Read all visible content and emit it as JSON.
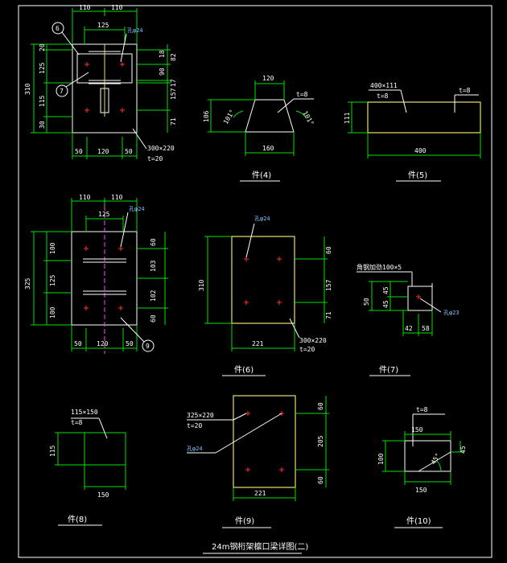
{
  "title": "24m钢桁架檩口梁详图(二)",
  "labels": {
    "p4": "件(4)",
    "p5": "件(5)",
    "p6": "件(6)",
    "p7": "件(7)",
    "p8": "件(8)",
    "p9": "件(9)",
    "p10": "件(10)"
  },
  "d1": {
    "top": [
      "110",
      "110"
    ],
    "w125": "125",
    "hole": "孔φ24",
    "left": [
      "20",
      "125",
      "115",
      "30"
    ],
    "total": "310",
    "right": [
      "18",
      "82",
      "90",
      "17",
      "157",
      "71"
    ],
    "bottom": [
      "50",
      "120",
      "50"
    ],
    "plate": "300×220",
    "t": "t=20",
    "c6": "6",
    "c7": "7"
  },
  "d4": {
    "w120": "120",
    "t": "t=8",
    "h106": "106",
    "a1": "101°",
    "a2": "101°",
    "w160": "160"
  },
  "d5": {
    "plate": "400×111",
    "t": "t=8",
    "t2": "t=8",
    "h111": "111",
    "w400": "400"
  },
  "d2": {
    "top": [
      "110",
      "110"
    ],
    "w125": "125",
    "hole": "孔φ24",
    "left": [
      "100",
      "125",
      "100"
    ],
    "total": "325",
    "right": [
      "60",
      "103",
      "102",
      "60"
    ],
    "bottom": [
      "50",
      "120",
      "50"
    ],
    "c9": "9"
  },
  "d6": {
    "hole": "孔φ24",
    "h310": "310",
    "right": [
      "60",
      "157",
      "71"
    ],
    "w221": "221",
    "plate": "300×220",
    "t": "t=20"
  },
  "d7": {
    "ang": "角钢加劲100×5",
    "left": [
      "50",
      "45",
      "45"
    ],
    "bot": [
      "42",
      "58"
    ],
    "hole": "孔φ23"
  },
  "d8": {
    "plate": "115×150",
    "t": "t=8",
    "h115": "115",
    "w150": "150"
  },
  "d9": {
    "plate": "325×220",
    "t": "t=20",
    "hole": "孔φ24",
    "right": [
      "60",
      "205",
      "60"
    ],
    "w221": "221"
  },
  "d10": {
    "t": "t=8",
    "w150": "150",
    "h100": "100",
    "h45": "45",
    "a": "45°",
    "w150b": "150"
  }
}
